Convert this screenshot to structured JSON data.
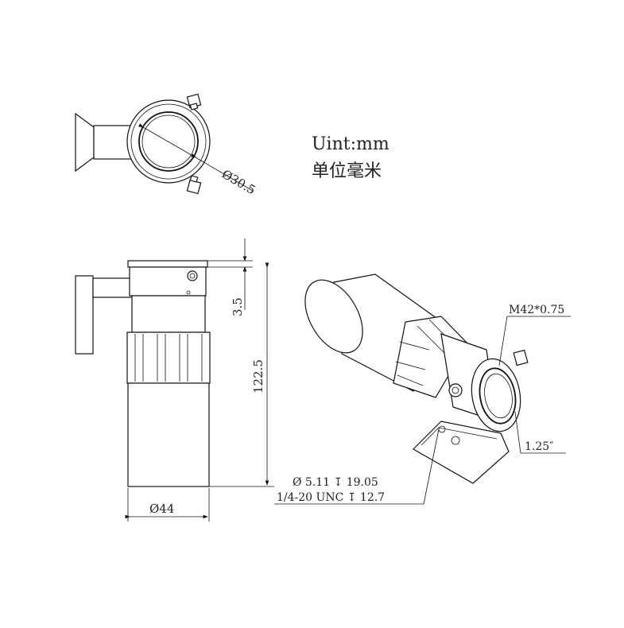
{
  "units": {
    "line1": "Uint:mm",
    "line2": "单位毫米"
  },
  "dimensions": {
    "bore_dia": "Ø30.5",
    "top_offset": "3.5",
    "total_length": "122.5",
    "body_dia": "Ø44",
    "thread": "M42*0.75",
    "eyepiece_size": "1.25″",
    "hole_spec_1": "Ø  5.11  ↧  19.05",
    "hole_spec_2": "1/4-20 UNC    ↧  12.7"
  }
}
